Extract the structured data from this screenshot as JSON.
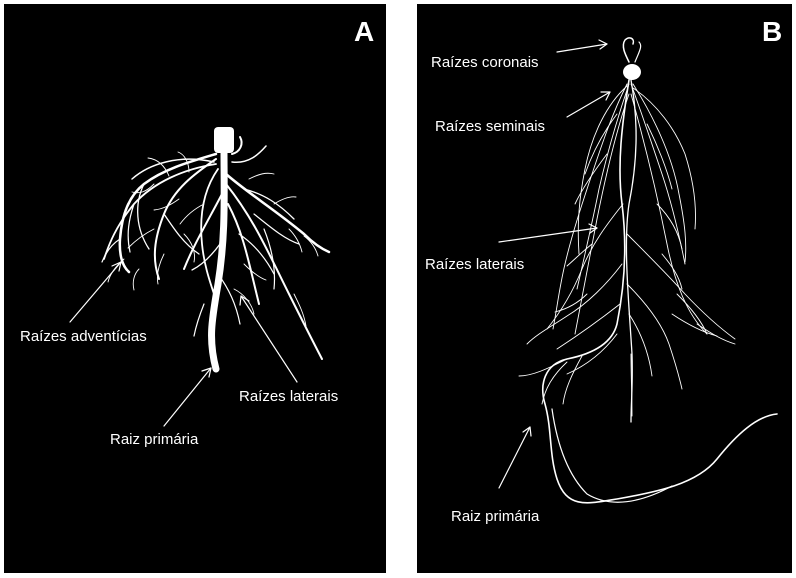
{
  "panel_a": {
    "letter": "A",
    "labels": {
      "adventitious": "Raízes adventícias",
      "lateral": "Raízes laterais",
      "primary": "Raiz primária"
    }
  },
  "panel_b": {
    "letter": "B",
    "labels": {
      "crown": "Raízes coronais",
      "seminal": "Raízes seminais",
      "lateral": "Raízes laterais",
      "primary": "Raiz primária"
    }
  },
  "colors": {
    "background": "#000000",
    "foreground": "#ffffff",
    "page": "#ffffff"
  }
}
